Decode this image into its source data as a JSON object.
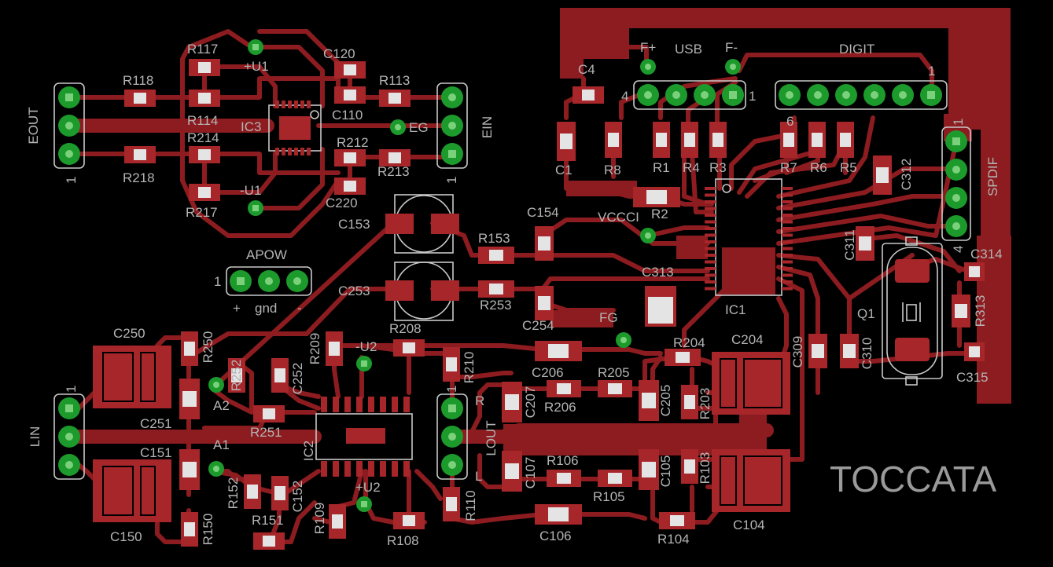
{
  "board": {
    "title": "TOCCATA",
    "background": "#000000",
    "copper_color": "#8c1c1f",
    "pad_color": "#a6262a",
    "silkscreen_color": "#b4b4b4",
    "via_color": "#1c9a2c"
  },
  "connectors": {
    "eout": "EOUT",
    "ein": "EIN",
    "lin": "LIN",
    "lout": "LOUT",
    "spdif": "SPDIF",
    "apow": "APOW",
    "usb": "USB",
    "digit": "DIGIT"
  },
  "pin_marks": {
    "eout_1": "1",
    "ein_1": "1",
    "lin_1": "1",
    "lout_1": "1",
    "apow_1": "1",
    "spdif_1": "1",
    "spdif_4": "4",
    "usb_4": "4",
    "usb_1": "1",
    "digit_1": "1",
    "digit_6": "6",
    "apow_plus": "+",
    "apow_gnd": "gnd",
    "apow_minus": "-",
    "lout_r": "R",
    "lout_l": "L"
  },
  "testpoints": {
    "plus_u1": "+U1",
    "minus_u1": "-U1",
    "eg": "EG",
    "f_plus": "F+",
    "f_minus": "F-",
    "vccci": "VCCCI",
    "fg": "FG",
    "minus_u2": "-U2",
    "plus_u2": "+U2",
    "a2": "A2",
    "a1": "A1"
  },
  "ics": {
    "ic1": "IC1",
    "ic2": "IC2",
    "ic3": "IC3",
    "q1": "Q1"
  },
  "parts": {
    "r118": "R118",
    "r117": "R117",
    "r114": "R114",
    "r214": "R214",
    "r218": "R218",
    "r217": "R217",
    "r113": "R113",
    "r212": "R212",
    "r213": "R213",
    "c120": "C120",
    "c110": "C110",
    "c220": "C220",
    "c4": "C4",
    "c1": "C1",
    "r8": "R8",
    "r1": "R1",
    "r4": "R4",
    "r3": "R3",
    "r7": "R7",
    "r6": "R6",
    "r5": "R5",
    "c312": "C312",
    "r2": "R2",
    "c154": "C154",
    "c153": "C153",
    "r153": "R153",
    "c253": "C253",
    "r253": "R253",
    "c254": "C254",
    "c313": "C313",
    "c311": "C311",
    "c314": "C314",
    "r313": "R313",
    "c315": "C315",
    "c309": "C309",
    "c310": "C310",
    "r208": "R208",
    "r209": "R209",
    "r210": "R210",
    "c250": "C250",
    "r250": "R250",
    "r252": "R252",
    "c252": "C252",
    "c251": "C251",
    "r251": "R251",
    "c206": "C206",
    "r205": "R205",
    "r204": "R204",
    "c204": "C204",
    "c207": "C207",
    "r206": "R206",
    "c205": "C205",
    "r203": "R203",
    "c151": "C151",
    "r152": "R152",
    "c152": "C152",
    "c107": "C107",
    "r106": "R106",
    "r105": "R105",
    "c105": "C105",
    "r103": "R103",
    "c150": "C150",
    "r150": "R150",
    "r151": "R151",
    "r109": "R109",
    "r108": "R108",
    "r110": "R110",
    "c106": "C106",
    "r104": "R104",
    "c104": "C104"
  }
}
